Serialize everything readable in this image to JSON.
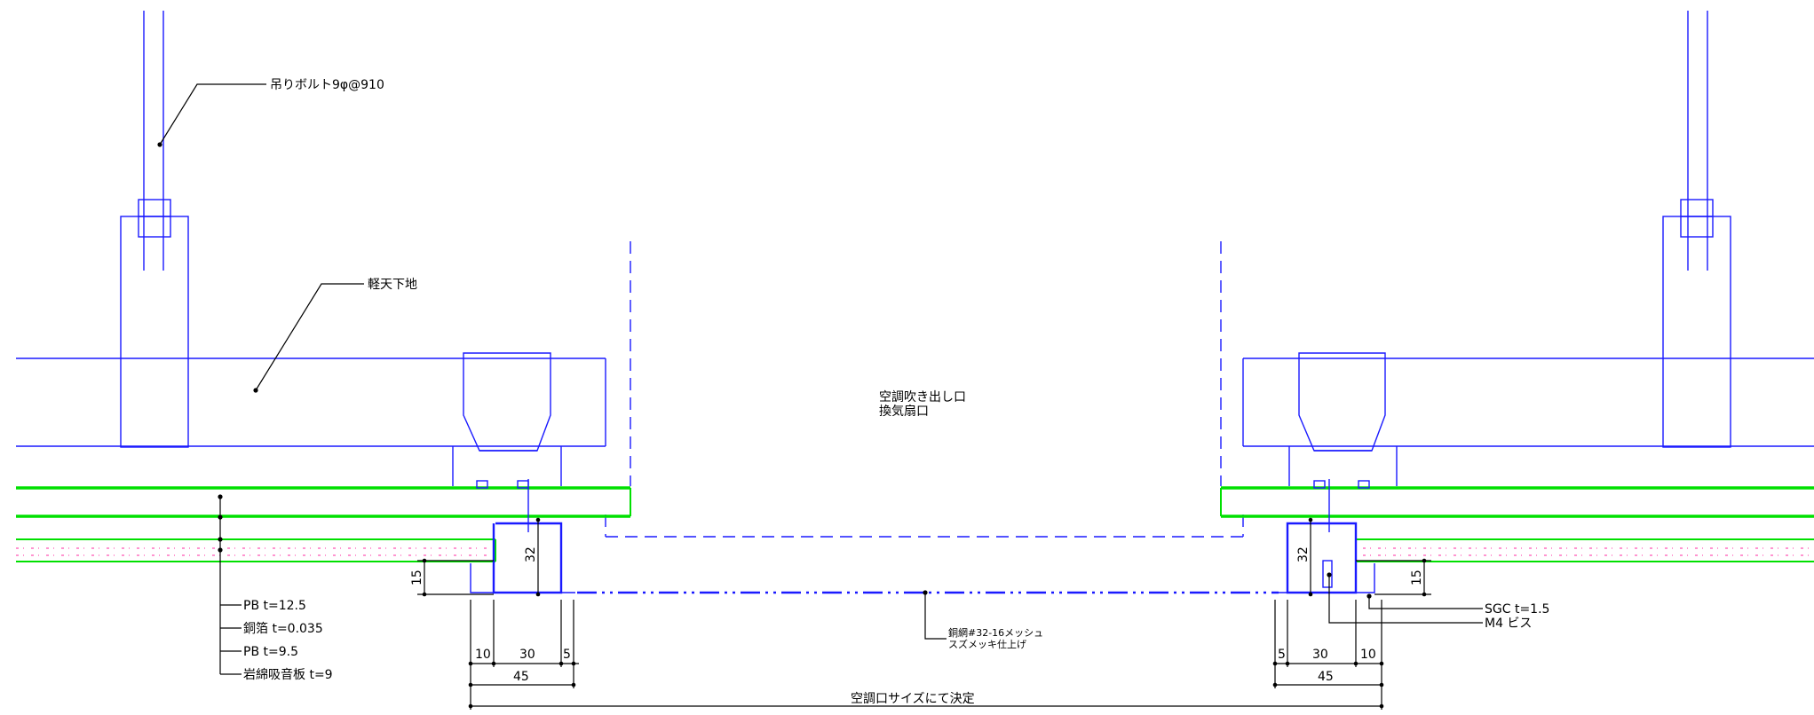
{
  "labels": {
    "hanger_bolt": "吊りボルト9φ@910",
    "ceiling_frame": "軽天下地",
    "opening_line1": "空調吹き出し口",
    "opening_line2": "換気扇口",
    "pb_12": "PB t=12.5",
    "copper_foil": "銅箔 t=0.035",
    "pb_9": "PB t=9.5",
    "rockwool": "岩綿吸音板 t=9",
    "mesh_line1": "銅網#32-16メッシュ",
    "mesh_line2": "スズメッキ仕上げ",
    "sgc": "SGC t=1.5",
    "m4": "M4 ビス",
    "overall_size": "空調口サイズにて決定"
  },
  "dims": {
    "left": {
      "d10": "10",
      "d30": "30",
      "d5": "5",
      "d45": "45",
      "d15": "15",
      "d32": "32"
    },
    "right": {
      "d5": "5",
      "d30": "30",
      "d10": "10",
      "d45": "45",
      "d15": "15",
      "d32": "32"
    }
  },
  "colors": {
    "structure": "#1a1aff",
    "board": "#00e000",
    "insulation": "#ff2aa0",
    "annotation": "#000000"
  }
}
